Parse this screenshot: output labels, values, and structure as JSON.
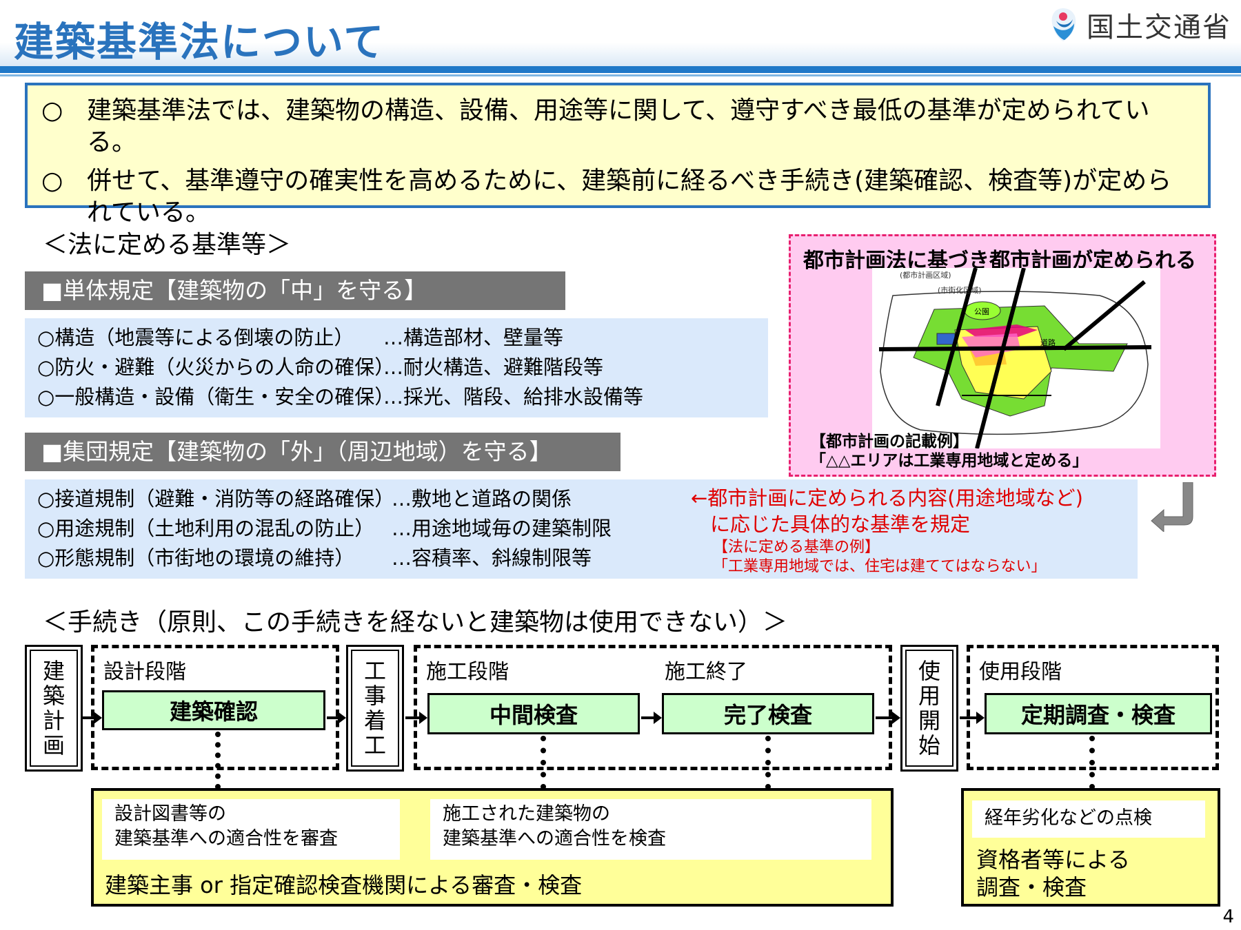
{
  "header": {
    "title": "建築基準法について",
    "logo_text": "国土交通省"
  },
  "summary": {
    "items": [
      {
        "mark": "○",
        "text": "建築基準法では、建築物の構造、設備、用途等に関して、遵守すべき最低の基準が定められている。"
      },
      {
        "mark": "○",
        "text": "併せて、基準遵守の確実性を高めるために、建築前に経るべき手続き(建築確認、検査等)が定められている。"
      }
    ]
  },
  "standards": {
    "heading": "＜法に定める基準等＞",
    "single": {
      "label": "■単体規定【建築物の「中」を守る】",
      "rows": [
        {
          "name": "○構造（地震等による倒壊の防止）",
          "desc": "…構造部材、壁量等"
        },
        {
          "name": "○防火・避難（火災からの人命の確保）",
          "desc": "…耐火構造、避難階段等"
        },
        {
          "name": "○一般構造・設備（衛生・安全の確保）",
          "desc": "…採光、階段、給排水設備等"
        }
      ]
    },
    "group": {
      "label": "■集団規定【建築物の「外」（周辺地域）を守る】",
      "rows": [
        {
          "name": "○接道規制（避難・消防等の経路確保）",
          "desc": "…敷地と道路の関係"
        },
        {
          "name": "○用途規制（土地利用の混乱の防止）",
          "desc": "…用途地域毎の建築制限"
        },
        {
          "name": "○形態規制（市街地の環境の維持）",
          "desc": "…容積率、斜線制限等"
        }
      ]
    },
    "notes": {
      "line1": "←都市計画に定められる内容(用途地域など)",
      "line2": "に応じた具体的な基準を規定",
      "line3": "【法に定める基準の例】",
      "line4": "「工業専用地域では、住宅は建ててはならない」"
    }
  },
  "city_plan": {
    "title": "都市計画法に基づき都市計画が定められる",
    "map_labels": {
      "area": "(都市計画区域)",
      "urban": "(市街化区域)",
      "park": "公園",
      "road": "道路"
    },
    "example_title": "【都市計画の記載例】",
    "example_text": "「△△エリアは工業専用地域と定める」"
  },
  "procedure": {
    "heading": "＜手続き（原則、この手続きを経ないと建築物は使用できない）＞",
    "vboxes": {
      "plan": [
        "建",
        "築",
        "計",
        "画"
      ],
      "start": [
        "工",
        "事",
        "着",
        "工"
      ],
      "use": [
        "使",
        "用",
        "開",
        "始"
      ]
    },
    "stages": {
      "design": "設計段階",
      "construction": "施工段階",
      "completion": "施工終了",
      "usage": "使用段階"
    },
    "steps": {
      "confirm": "建築確認",
      "interim": "中間検査",
      "final": "完了検査",
      "periodic": "定期調査・検査"
    },
    "review": {
      "design_note_1": "設計図書等の",
      "design_note_2": "建築基準への適合性を審査",
      "build_note_1": "施工された建築物の",
      "build_note_2": "建築基準への適合性を検査",
      "authority": "建築主事 or 指定確認検査機関による審査・検査"
    },
    "periodic_review": {
      "note": "経年劣化などの点検",
      "by_1": "資格者等による",
      "by_2": "調査・検査"
    }
  },
  "page_number": "4"
}
